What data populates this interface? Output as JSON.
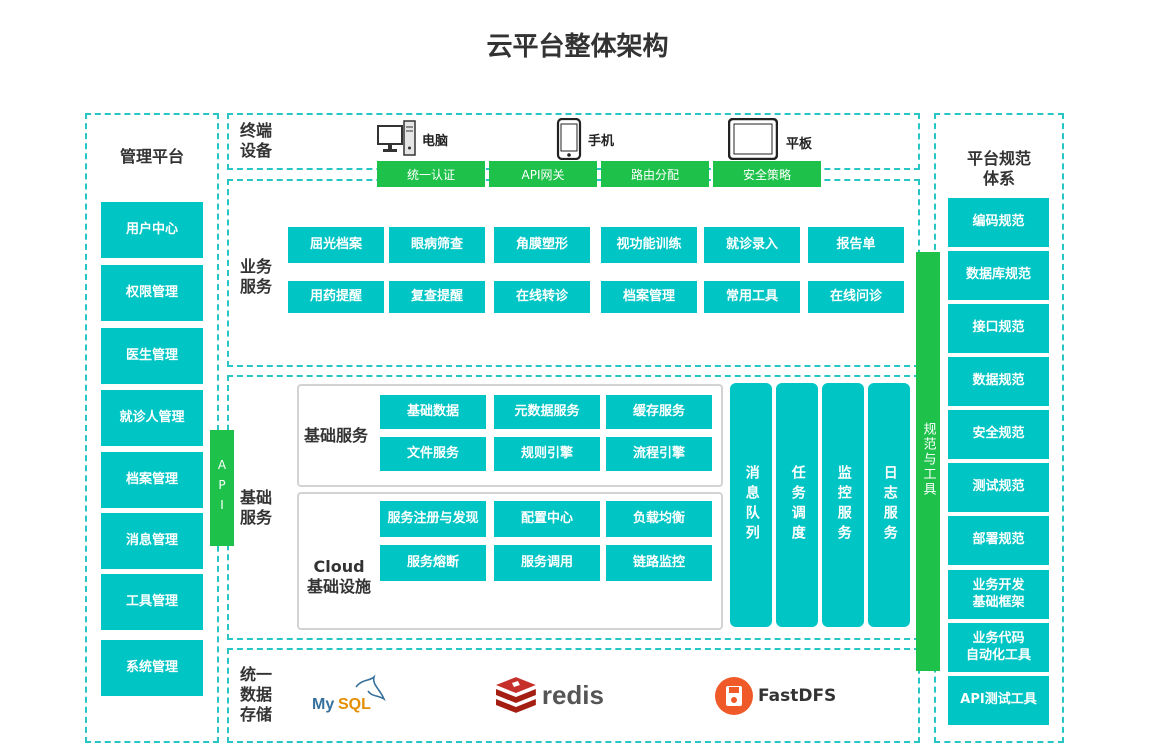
{
  "title": "云平台整体架构",
  "management": {
    "heading": "管理平台",
    "items": [
      "用户中心",
      "权限管理",
      "医生管理",
      "就诊人管理",
      "档案管理",
      "消息管理",
      "工具管理",
      "系统管理"
    ]
  },
  "api_bar": "API",
  "terminal": {
    "label": "终端\n设备",
    "devices": [
      {
        "label": "电脑",
        "icon": "desktop-computer-icon"
      },
      {
        "label": "手机",
        "icon": "mobile-phone-icon"
      },
      {
        "label": "平板",
        "icon": "tablet-icon"
      }
    ],
    "gateway": [
      "统一认证",
      "API网关",
      "路由分配",
      "安全策略"
    ]
  },
  "business": {
    "label": "业务\n服务",
    "row1": [
      "屈光档案",
      "眼病筛查",
      "角膜塑形",
      "视功能训练",
      "就诊录入",
      "报告单"
    ],
    "row2": [
      "用药提醒",
      "复查提醒",
      "在线转诊",
      "档案管理",
      "常用工具",
      "在线问诊"
    ]
  },
  "foundation": {
    "label": "基础\n服务",
    "basic": {
      "label": "基础服务",
      "row1": [
        "基础数据",
        "元数据服务",
        "缓存服务"
      ],
      "row2": [
        "文件服务",
        "规则引擎",
        "流程引擎"
      ]
    },
    "cloud": {
      "label": "Cloud\n基础设施",
      "row1": [
        "服务注册与发现",
        "配置中心",
        "负载均衡"
      ],
      "row2": [
        "服务熔断",
        "服务调用",
        "链路监控"
      ]
    },
    "columns": [
      "消息队列",
      "任务调度",
      "监控服务",
      "日志服务"
    ]
  },
  "storage": {
    "label": "统一\n数据\n存储",
    "logos": [
      "MySQL",
      "redis",
      "FastDFS"
    ]
  },
  "spec_bar": "规范与工具",
  "standards": {
    "heading": "平台规范\n体系",
    "items": [
      "编码规范",
      "数据库规范",
      "接口规范",
      "数据规范",
      "安全规范",
      "测试规范",
      "部署规范",
      "业务开发\n基础框架",
      "业务代码\n自动化工具",
      "API测试工具"
    ]
  },
  "colors": {
    "teal": "#00c5c5",
    "green": "#1ec24a",
    "dash": "#28c5c5"
  }
}
